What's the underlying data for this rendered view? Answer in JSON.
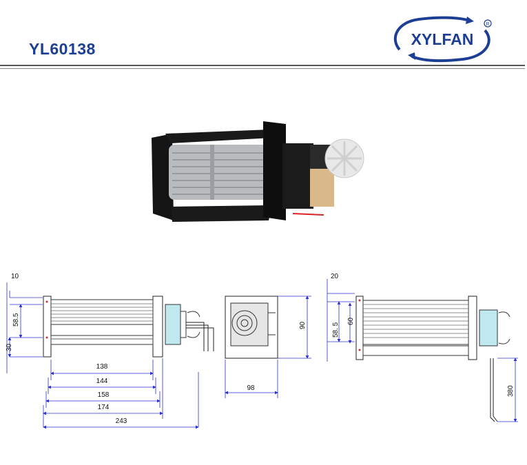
{
  "header": {
    "model": "YL60138",
    "brand": "XYLFAN",
    "registered_mark": "®"
  },
  "colors": {
    "brand_blue": "#1c3f95",
    "dimension_blue": "#2a2fd6",
    "rule": "#555555"
  },
  "front_view": {
    "dims": {
      "d10": "10",
      "d58_5": "58.5",
      "d30": "30",
      "d138": "138",
      "d144": "144",
      "d158": "158",
      "d174": "174",
      "d243": "243"
    }
  },
  "end_view": {
    "dims": {
      "d90": "90",
      "d98": "98"
    }
  },
  "rear_view": {
    "dims": {
      "d20": "20",
      "d60": "60",
      "d58_5": "58. 5",
      "d380": "380"
    }
  }
}
